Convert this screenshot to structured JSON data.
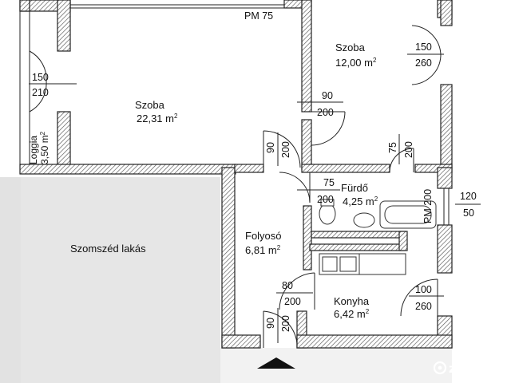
{
  "rooms": {
    "szoba_large": {
      "name": "Szoba",
      "area": "22,31 m",
      "unit_exp": "2"
    },
    "szoba_small": {
      "name": "Szoba",
      "area": "12,00 m",
      "unit_exp": "2"
    },
    "furdo": {
      "name": "Fürdő",
      "area": "4,25 m",
      "unit_exp": "2"
    },
    "folyoso": {
      "name": "Folyosó",
      "area": "6,81 m",
      "unit_exp": "2"
    },
    "konyha": {
      "name": "Konyha",
      "area": "6,42 m",
      "unit_exp": "2"
    },
    "loggia": {
      "name": "Loggia",
      "area": "3,50 m",
      "unit_exp": "2"
    },
    "neighbor": {
      "name": "Szomszéd lakás"
    }
  },
  "dimensions": {
    "pm_top": "PM 75",
    "pm_bath": "PM 200",
    "loggia_door_w": "150",
    "loggia_door_h": "210",
    "small_room_win_w": "150",
    "small_room_win_h": "260",
    "small_room_door_w": "90",
    "small_room_door_h": "200",
    "large_room_door_w": "90",
    "large_room_door_h": "200",
    "small_room_door2_w": "75",
    "small_room_door2_h": "200",
    "bath_door_w": "75",
    "bath_door_h": "200",
    "bath_win_w": "120",
    "bath_win_h": "50",
    "kitchen_door_w": "80",
    "kitchen_door_h": "200",
    "kitchen_win_w": "100",
    "kitchen_win_h": "260",
    "entry_door_w": "90",
    "entry_door_h": "200"
  },
  "watermark": {
    "text": "zenga",
    "icon": "zenga-logo-icon"
  },
  "entrance_marker": {
    "icon": "entrance-arrow-icon"
  },
  "colors": {
    "neighbor_fill": "#e6e6e6",
    "wall_hatch": "#555555",
    "watermark": "#ffffff"
  }
}
